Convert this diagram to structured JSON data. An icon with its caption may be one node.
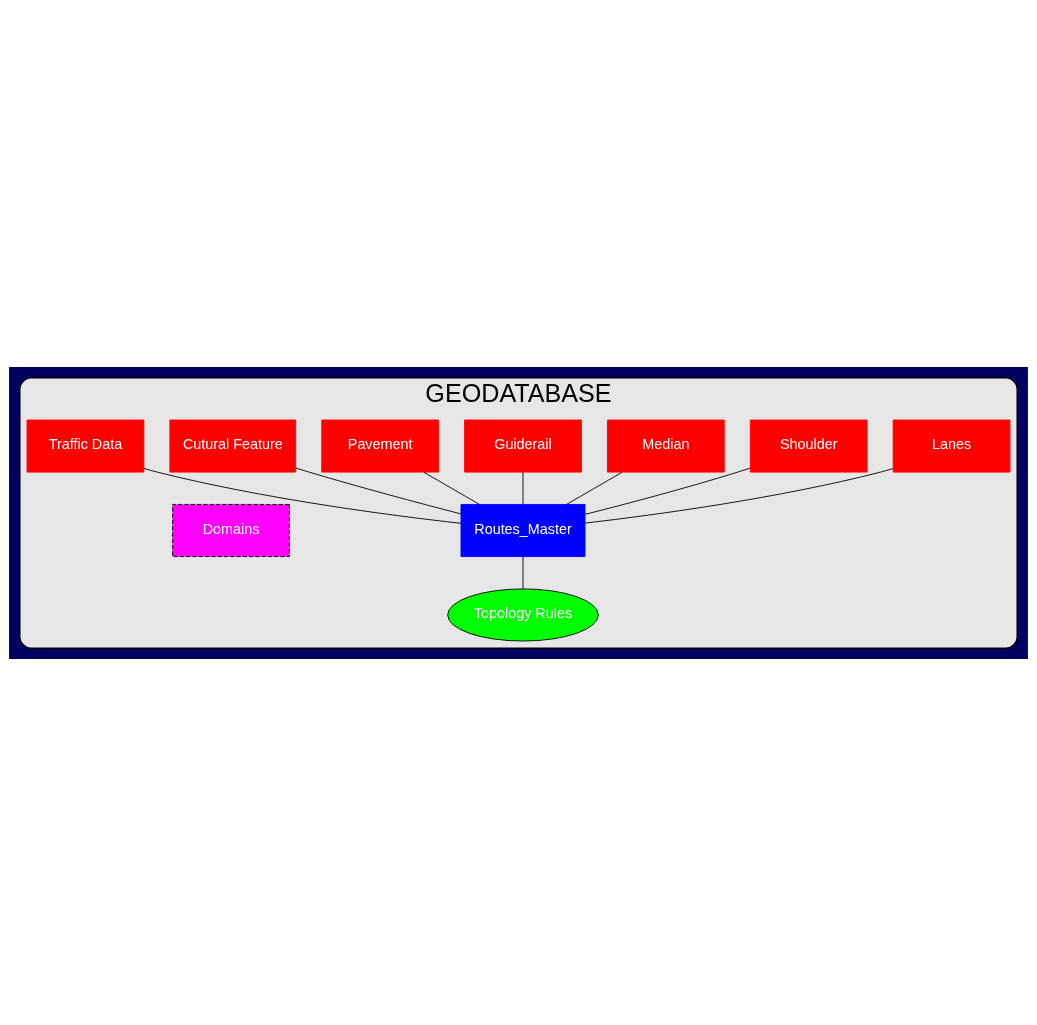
{
  "diagram": {
    "nodes": [
      {
        "text": [
          "GEODATABASE"
        ]
      },
      {
        "text": [
          "Lanes"
        ],
        "in": 0
      },
      {
        "text": [
          "Shoulder"
        ],
        "in": 0
      },
      {
        "text": [
          "Median"
        ],
        "in": 0
      },
      {
        "text": [
          "Guiderail"
        ],
        "in": 0
      },
      {
        "text": [
          "Pavement"
        ],
        "in": 0
      },
      {
        "text": [
          "Cutural Feature"
        ],
        "in": 0
      },
      {
        "text": [
          "Traffic Data"
        ],
        "in": 0
      },
      {
        "text": [
          "Routes_Master"
        ],
        "in": 0
      },
      {
        "text": [
          "Domains"
        ],
        "in": 0
      },
      {
        "text": [
          "Topology Rules"
        ],
        "in": 0
      }
    ],
    "edges": [
      {
        "from": 1,
        "to": 8,
        "arrow": "none"
      },
      {
        "from": 2,
        "to": 8,
        "arrow": "none"
      },
      {
        "from": 3,
        "to": 8,
        "arrow": "none"
      },
      {
        "from": 4,
        "to": 8,
        "arrow": "none"
      },
      {
        "from": 5,
        "to": 8,
        "arrow": "none"
      },
      {
        "from": 6,
        "to": 8,
        "arrow": "none"
      },
      {
        "from": 7,
        "to": 8,
        "arrow": "none"
      },
      {
        "from": 8,
        "to": 10,
        "arrow": "none"
      }
    ]
  }
}
